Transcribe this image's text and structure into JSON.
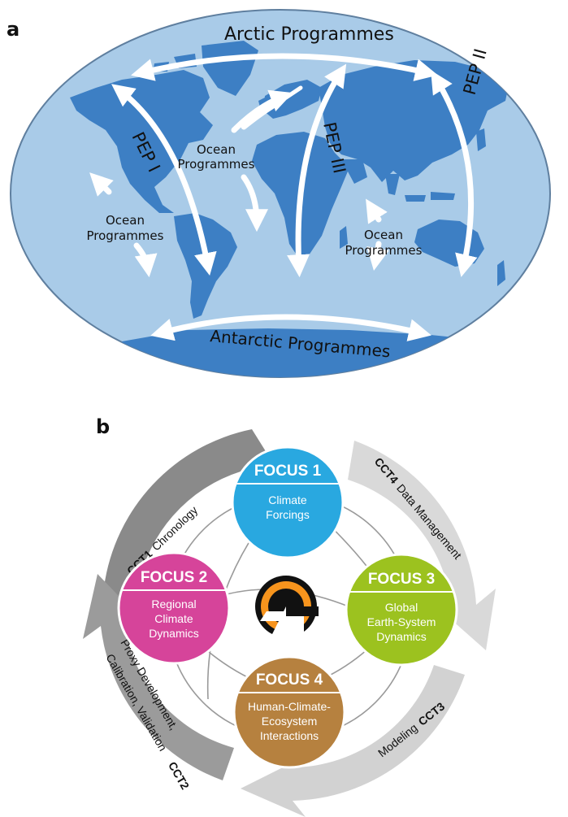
{
  "panel_a": {
    "letter": "a",
    "labels": {
      "arctic": "Arctic Programmes",
      "antarctic": "Antarctic Programmes",
      "pep1": "PEP I",
      "pep2": "PEP II",
      "pep3": "PEP III",
      "ocean_atlantic_1": "Ocean",
      "ocean_atlantic_2": "Programmes",
      "ocean_pacific_1": "Ocean",
      "ocean_pacific_2": "Programmes",
      "ocean_indian_1": "Ocean",
      "ocean_indian_2": "Programmes"
    },
    "colors": {
      "ocean": "#a9cbe8",
      "land": "#3d7fc4",
      "rim": "#5f7f9f",
      "arrow": "#ffffff"
    }
  },
  "panel_b": {
    "letter": "b",
    "focus": [
      {
        "head": "FOCUS 1",
        "lines": [
          "Climate",
          "Forcings"
        ],
        "color": "#29a8e0"
      },
      {
        "head": "FOCUS 2",
        "lines": [
          "Regional",
          "Climate",
          "Dynamics"
        ],
        "color": "#d6449a"
      },
      {
        "head": "FOCUS 3",
        "lines": [
          "Global",
          "Earth-System",
          "Dynamics"
        ],
        "color": "#9cc21f"
      },
      {
        "head": "FOCUS 4",
        "lines": [
          "Human-Climate-",
          "Ecosystem",
          "Interactions"
        ],
        "color": "#b6813f"
      }
    ],
    "cct": {
      "cct1_code": "CCT1",
      "cct1_text": "Chronology",
      "cct4_code": "CCT4",
      "cct4_text": "Data Management",
      "cct3_code": "CCT3",
      "cct3_text": "Modeling",
      "cct2_code": "CCT2",
      "cct2_line1": "Proxy Development,",
      "cct2_line2": "Calibration, Validation"
    },
    "colors": {
      "cct1": "#8a8a8a",
      "cct2": "#9b9b9b",
      "cct3": "#d2d2d2",
      "cct4": "#d9d9d9",
      "logo_orange": "#f7941d",
      "logo_black": "#111111"
    }
  }
}
